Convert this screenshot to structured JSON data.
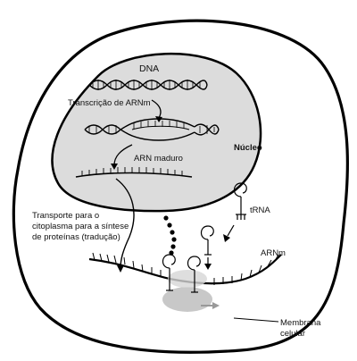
{
  "labels": {
    "dna": "DNA",
    "transcription": "Transcrição de ARNm",
    "nucleus": "Núcleo",
    "mature_rna": "ARN maduro",
    "transport_line1": "Transporte para o",
    "transport_line2": "citoplasma para a síntese",
    "transport_line3": "de proteínas (tradução)",
    "trna": "tRNA",
    "mrna": "ARNm",
    "membrane_line1": "Membrana",
    "membrane_line2": "celular"
  },
  "colors": {
    "nucleus_fill": "#dcdcdc",
    "cell_outline": "#000000",
    "ribosome": "#c8c8c8"
  }
}
